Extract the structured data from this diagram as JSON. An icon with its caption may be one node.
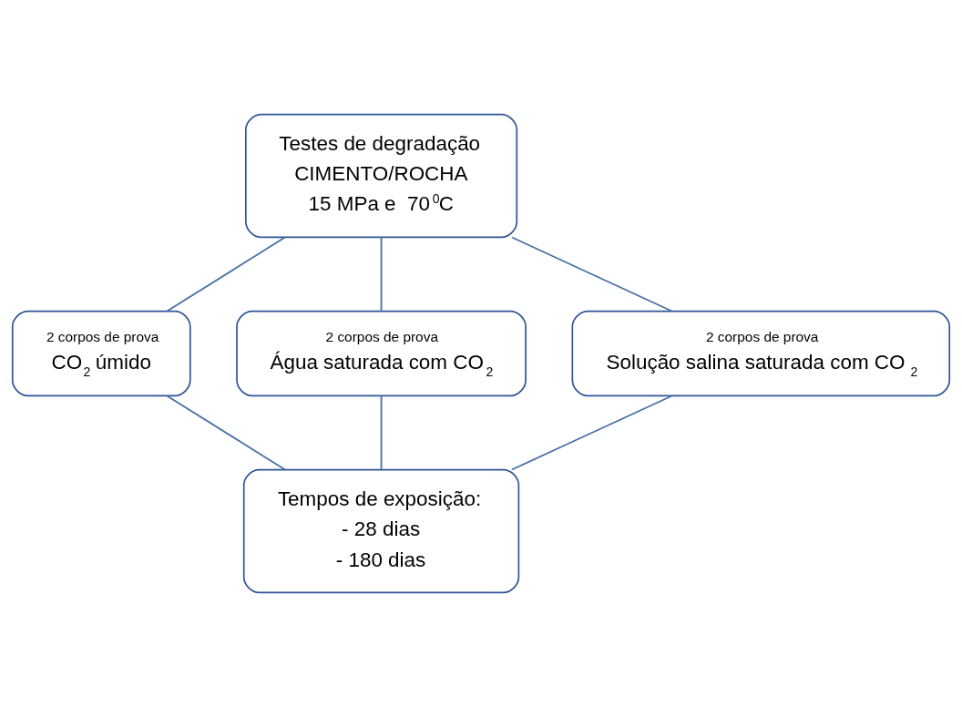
{
  "diagram": {
    "nodes": [
      {
        "text": [
          "Testes de degradação",
          "CIMENTO/ROCHA",
          "15 MPa e  70$^{0}$C"
        ]
      },
      {
        "text": [
          "2 corpos de prova",
          "CO$_{2}$ úmido"
        ]
      },
      {
        "text": [
          "2 corpos de prova",
          "Água saturada com CO$_{2}$"
        ]
      },
      {
        "text": [
          "2 corpos de prova",
          "Solução salina saturada com CO$_{2}$"
        ]
      },
      {
        "text": [
          "Tempos de exposição:",
          "- 28 dias",
          "- 180 dias"
        ]
      }
    ],
    "edges": [
      {
        "from": 0,
        "to": 1,
        "arrow": "none"
      },
      {
        "from": 0,
        "to": 2,
        "arrow": "none"
      },
      {
        "from": 0,
        "to": 3,
        "arrow": "none"
      },
      {
        "from": 1,
        "to": 4,
        "arrow": "none"
      },
      {
        "from": 2,
        "to": 4,
        "arrow": "none"
      },
      {
        "from": 3,
        "to": 4,
        "arrow": "none"
      }
    ]
  }
}
